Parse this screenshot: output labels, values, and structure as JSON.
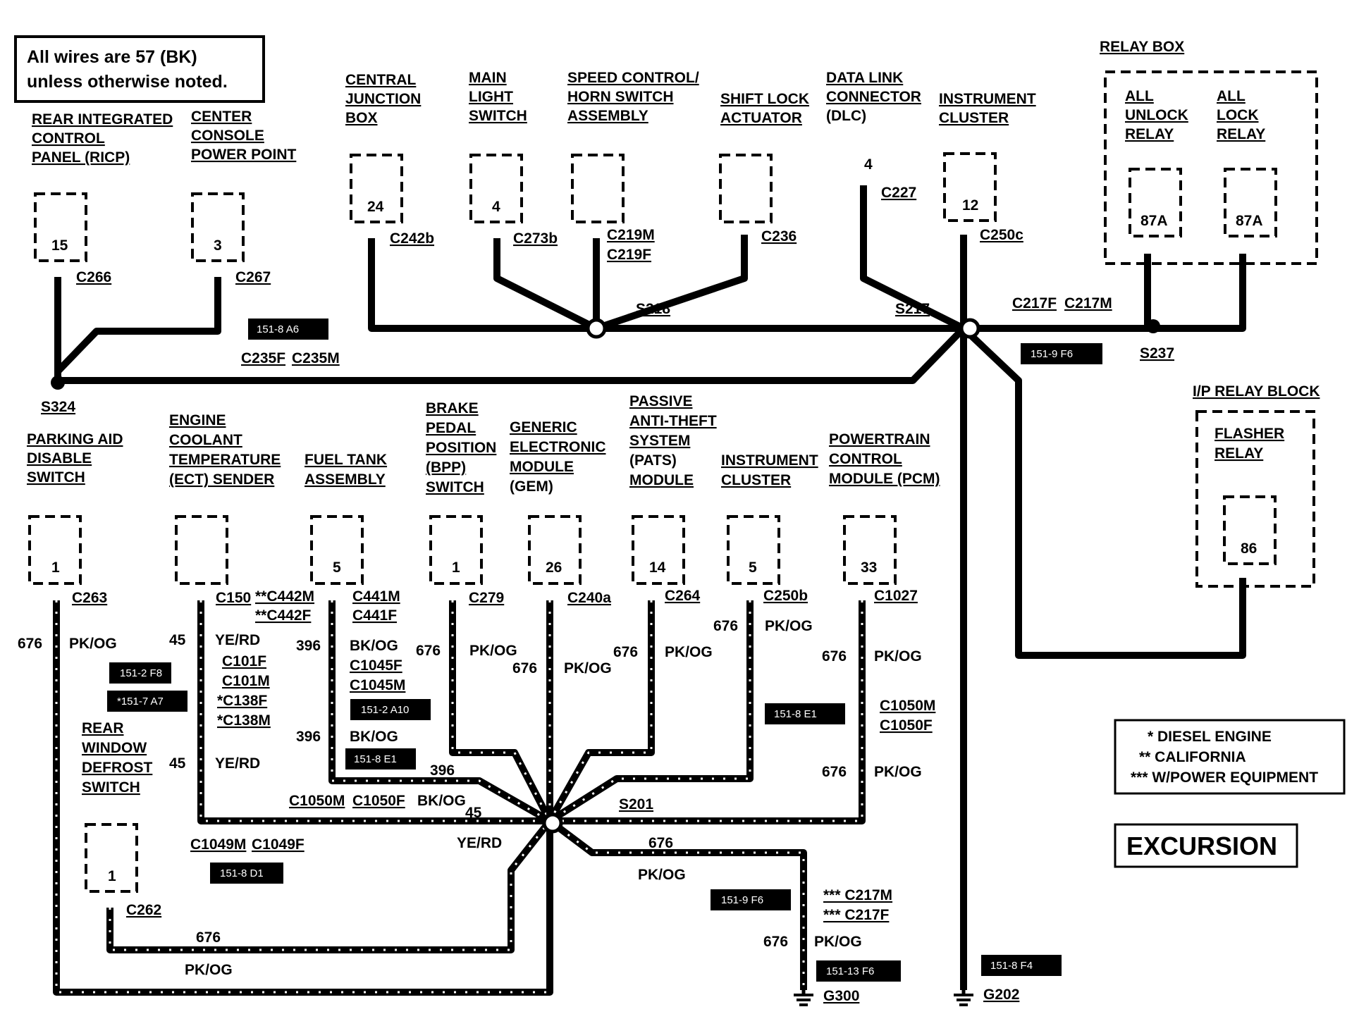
{
  "note": {
    "line1": "All wires are 57 (BK)",
    "line2": "unless otherwise noted."
  },
  "legend": {
    "l1": "* DIESEL ENGINE",
    "l2": "** CALIFORNIA",
    "l3": "*** W/POWER EQUIPMENT"
  },
  "model": "EXCURSION",
  "components": {
    "ricp": [
      "REAR INTEGRATED",
      "CONTROL",
      "PANEL (RICP)"
    ],
    "console": [
      "CENTER",
      "CONSOLE",
      "POWER POINT"
    ],
    "cjb": [
      "CENTRAL",
      "JUNCTION",
      "BOX"
    ],
    "mls": [
      "MAIN",
      "LIGHT",
      "SWITCH"
    ],
    "speed": [
      "SPEED CONTROL/",
      "HORN SWITCH",
      "ASSEMBLY"
    ],
    "shift": [
      "SHIFT LOCK",
      "ACTUATOR"
    ],
    "dlc": [
      "DATA LINK",
      "CONNECTOR",
      "(DLC)"
    ],
    "ic1": [
      "INSTRUMENT",
      "CLUSTER"
    ],
    "relaybox": "RELAY BOX",
    "unlock": [
      "ALL",
      "UNLOCK",
      "RELAY"
    ],
    "lock": [
      "ALL",
      "LOCK",
      "RELAY"
    ],
    "iprelay": "I/P RELAY BLOCK",
    "flasher": [
      "FLASHER",
      "RELAY"
    ],
    "parking": [
      "PARKING AID",
      "DISABLE",
      "SWITCH"
    ],
    "ect": [
      "ENGINE",
      "COOLANT",
      "TEMPERATURE",
      "(ECT) SENDER"
    ],
    "fuel": [
      "FUEL TANK",
      "ASSEMBLY"
    ],
    "bpp": [
      "BRAKE",
      "PEDAL",
      "POSITION",
      "(BPP)",
      "SWITCH"
    ],
    "gem": [
      "GENERIC",
      "ELECTRONIC",
      "MODULE",
      "(GEM)"
    ],
    "pats": [
      "PASSIVE",
      "ANTI-THEFT",
      "SYSTEM",
      "(PATS)",
      "MODULE"
    ],
    "ic2": [
      "INSTRUMENT",
      "CLUSTER"
    ],
    "pcm": [
      "POWERTRAIN",
      "CONTROL",
      "MODULE (PCM)"
    ],
    "rwd": [
      "REAR",
      "WINDOW",
      "DEFROST",
      "SWITCH"
    ]
  },
  "pins": {
    "ricp": "15",
    "console": "3",
    "cjb": "24",
    "mls": "4",
    "dlc": "4",
    "ic1": "12",
    "unlock": "87A",
    "lock": "87A",
    "flasher": "86",
    "parking": "1",
    "fuel": "5",
    "bpp": "1",
    "gem": "26",
    "pats": "14",
    "ic2": "5",
    "pcm": "33",
    "rwd": "1"
  },
  "connectors": {
    "c266": "C266",
    "c267": "C267",
    "c242b": "C242b",
    "c273b": "C273b",
    "c219m": "C219M",
    "c219f": "C219F",
    "c236": "C236",
    "c227": "C227",
    "c250c": "C250c",
    "c217f": "C217F",
    "c217m": "C217M",
    "c235f": "C235F",
    "c235m": "C235M",
    "c263": "C263",
    "c150": "C150",
    "c442m": "**C442M",
    "c442f": "**C442F",
    "c441m": "C441M",
    "c441f": "C441F",
    "c279": "C279",
    "c240a": "C240a",
    "c264": "C264",
    "c250b": "C250b",
    "c1027": "C1027",
    "c101f": "C101F",
    "c101m": "C101M",
    "c138f": "*C138F",
    "c138m": "*C138M",
    "c1045f": "C1045F",
    "c1045m": "C1045M",
    "c1050m_a": "C1050M",
    "c1050f_a": "C1050F",
    "c1050m_b": "C1050M",
    "c1050f_b": "C1050F",
    "c1049m": "C1049M",
    "c1049f": "C1049F",
    "c262": "C262",
    "c217m_b": "*** C217M",
    "c217f_b": "*** C217F"
  },
  "splices": {
    "s218": "S218",
    "s217": "S217",
    "s237": "S237",
    "s324": "S324",
    "s201": "S201"
  },
  "grounds": {
    "g300": "G300",
    "g202": "G202"
  },
  "wires": {
    "w676": "676",
    "pkog": "PK/OG",
    "w45": "45",
    "yerd": "YE/RD",
    "w396": "396",
    "bkog": "BK/OG"
  },
  "refs": {
    "r1": "151-8 A6",
    "r2": "151-9 F6",
    "r3": "151-2 F8",
    "r4": "*151-7 A7",
    "r5": "151-2 A10",
    "r6": "151-8 E1",
    "r7": "151-8 E1",
    "r8": "151-8 D1",
    "r9": "151-9 F6",
    "r10": "151-13 F6",
    "r11": "151-8 F4"
  }
}
